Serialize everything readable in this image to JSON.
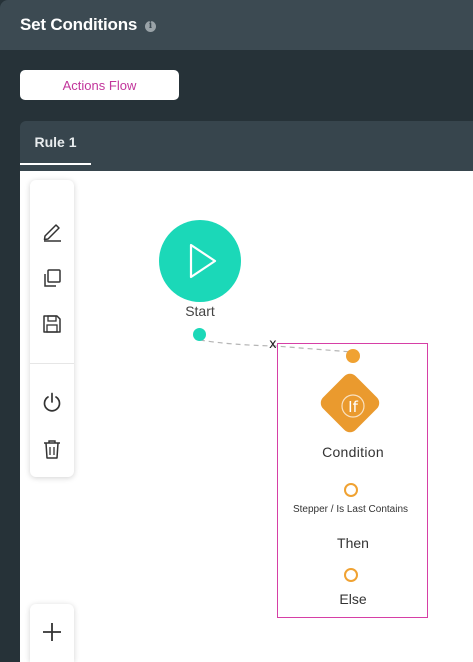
{
  "header": {
    "title": "Set Conditions",
    "info_icon": "info-icon"
  },
  "actions_flow_button": {
    "label": "Actions Flow",
    "color": "#c2359b"
  },
  "tabs": [
    {
      "label": "Rule 1",
      "active": true
    }
  ],
  "toolbar": {
    "tools": [
      {
        "name": "edit",
        "icon": "pencil-icon"
      },
      {
        "name": "duplicate",
        "icon": "copy-icon"
      },
      {
        "name": "save",
        "icon": "save-icon"
      },
      {
        "name": "power",
        "icon": "power-icon"
      },
      {
        "name": "delete",
        "icon": "trash-icon"
      }
    ],
    "add": {
      "icon": "plus-icon"
    }
  },
  "flow": {
    "start_node": {
      "label": "Start",
      "color": "#1bd8b8",
      "icon": "play-icon"
    },
    "condition_node": {
      "badge": "If",
      "label": "Condition",
      "color": "#ea9a2e",
      "outputs": [
        {
          "caption": "Stepper / Is Last Contains",
          "label": "Then"
        },
        {
          "caption": "",
          "label": "Else"
        }
      ]
    },
    "connector_remove": "x"
  }
}
